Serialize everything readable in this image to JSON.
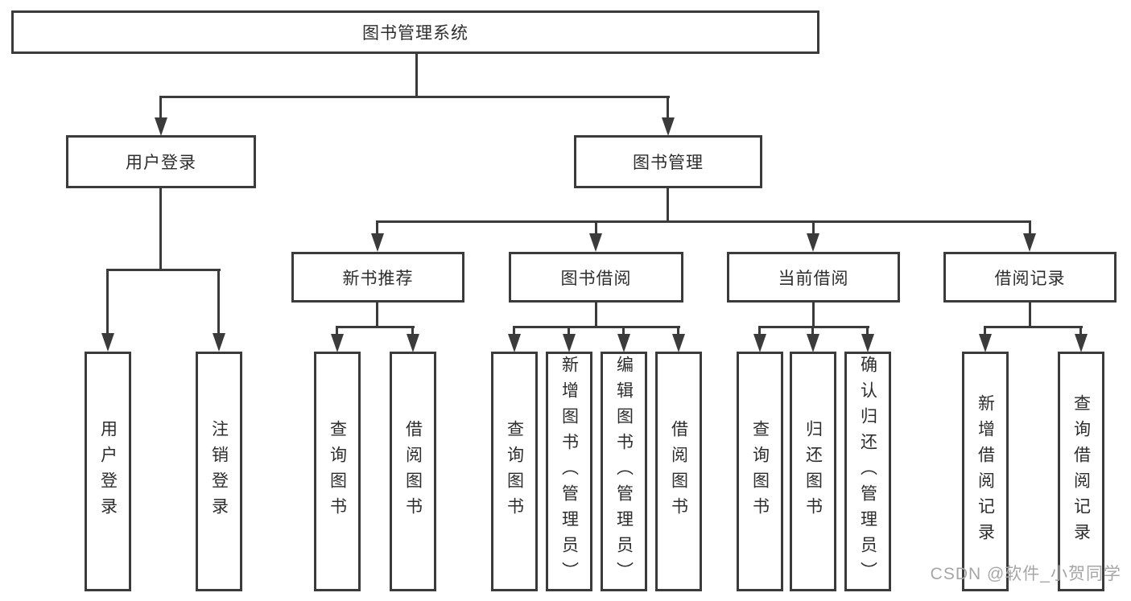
{
  "tree": {
    "root": "图书管理系统",
    "level2": [
      "用户登录",
      "图书管理"
    ],
    "level3": [
      "新书推荐",
      "图书借阅",
      "当前借阅",
      "借阅记录"
    ],
    "leaves_login": [
      "用户登录",
      "注销登录"
    ],
    "leaves_newbook": [
      "查询图书",
      "借阅图书"
    ],
    "leaves_bookborrow": [
      "查询图书",
      "新增图书（管理员）",
      "编辑图书（管理员）",
      "借阅图书"
    ],
    "leaves_current": [
      "查询图书",
      "归还图书",
      "确认归还（管理员）"
    ],
    "leaves_records": [
      "新增借阅记录",
      "查询借阅记录"
    ]
  },
  "watermark": "CSDN @软件_小贺同学",
  "colors": {
    "line": "#3b3b3b",
    "text": "#2d2d2d",
    "watermark": "#a6a6a6",
    "background": "#ffffff"
  }
}
